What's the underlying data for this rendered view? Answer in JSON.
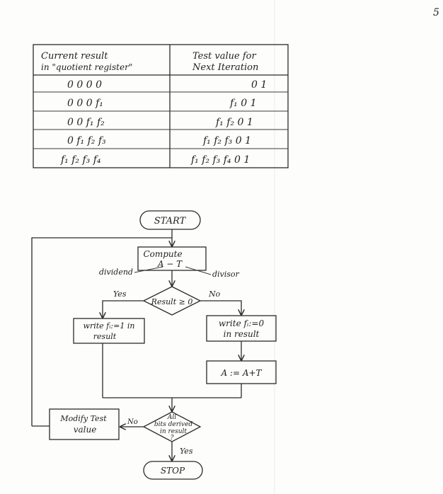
{
  "page_mark": "5",
  "table": {
    "headers": [
      [
        "Current result",
        "in \"quotient register\""
      ],
      [
        "Test value for",
        "Next Iteration"
      ]
    ],
    "rows": [
      [
        "0   0   0   0",
        "0  1"
      ],
      [
        "0   0   0   f₁",
        "f₁  0  1"
      ],
      [
        "0   0   f₁  f₂",
        "f₁ f₂  0  1"
      ],
      [
        "0   f₁  f₂  f₃",
        "f₁ f₂ f₃  0  1"
      ],
      [
        "f₁  f₂  f₃  f₄",
        "f₁ f₂ f₃ f₄  0  1"
      ]
    ]
  },
  "flowchart": {
    "start": "START",
    "compute": [
      "Compute",
      "A − T"
    ],
    "dividend": "dividend",
    "divisor": "divisor",
    "decision1": "Result ≥ 0",
    "yes1": "Yes",
    "no1": "No",
    "write1": [
      "write fᵢ:=1 in",
      "result"
    ],
    "write0": [
      "write fᵢ:=0",
      "in result"
    ],
    "restore": "A := A+T",
    "decision2": [
      "All",
      "bits derived",
      "in result",
      "?"
    ],
    "no2": "No",
    "yes2": "Yes",
    "modify": [
      "Modify Test",
      "value"
    ],
    "stop": "STOP"
  }
}
